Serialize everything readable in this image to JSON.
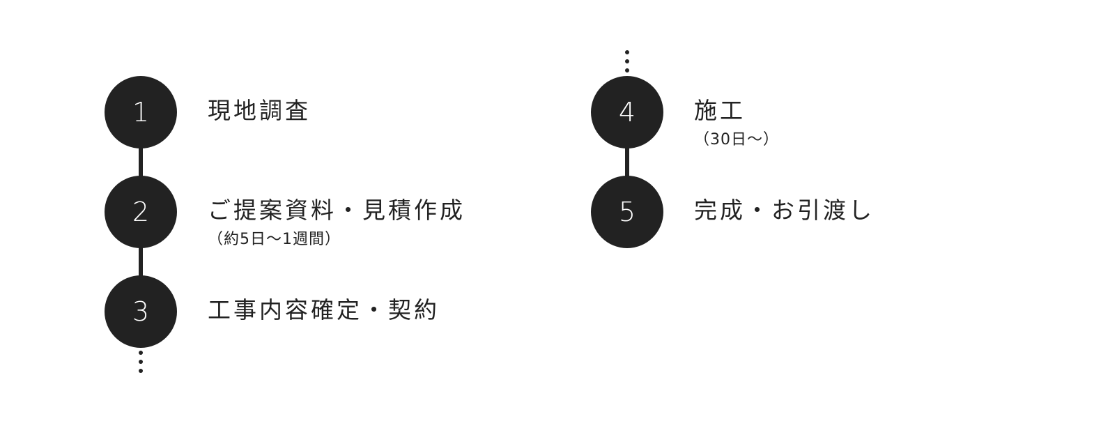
{
  "steps": [
    {
      "number": "1",
      "title": "現地調査",
      "note": ""
    },
    {
      "number": "2",
      "title": "ご提案資料・見積作成",
      "note": "（約5日～1週間）"
    },
    {
      "number": "3",
      "title": "工事内容確定・契約",
      "note": ""
    },
    {
      "number": "4",
      "title": "施工",
      "note": "（30日～）"
    },
    {
      "number": "5",
      "title": "完成・お引渡し",
      "note": ""
    }
  ],
  "colors": {
    "circle": "#222222",
    "circle_text": "#ffffff",
    "text": "#222222",
    "background": "#ffffff"
  }
}
